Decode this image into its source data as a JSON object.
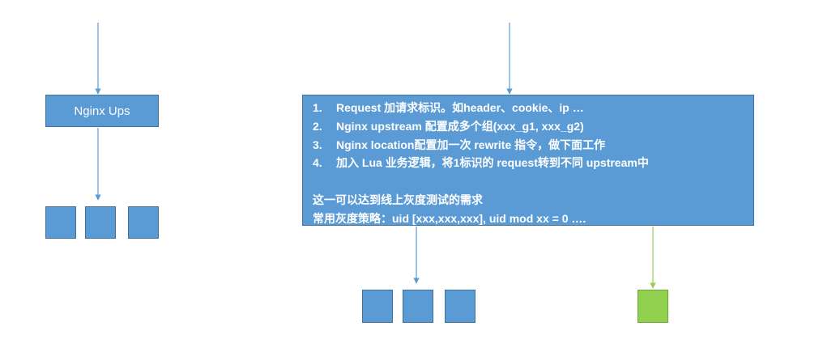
{
  "left_flow": {
    "upstream_label": "Nginx Ups",
    "backend_count": 3
  },
  "right_flow": {
    "steps": [
      {
        "num": "1.",
        "text": "Request 加请求标识。如header、cookie、ip …"
      },
      {
        "num": "2.",
        "text": "Nginx upstream 配置成多个组(xxx_g1, xxx_g2)"
      },
      {
        "num": "3.",
        "text": "Nginx location配置加一次 rewrite 指令，做下面工作"
      },
      {
        "num": "4.",
        "text": "加入 Lua 业务逻辑，将1标识的 request转到不同 upstream中"
      }
    ],
    "summary": "这一可以达到线上灰度测试的需求",
    "strategy": "常用灰度策略：uid [xxx,xxx,xxx],   uid mod xx = 0 ….",
    "main_group_count": 3,
    "gray_group_count": 1
  },
  "colors": {
    "box_fill": "#5b9bd5",
    "box_border": "#41719c",
    "gray_fill": "#92d050",
    "arrow_blue": "#5b9bd5",
    "arrow_green": "#92d050",
    "text": "#ffffff"
  }
}
